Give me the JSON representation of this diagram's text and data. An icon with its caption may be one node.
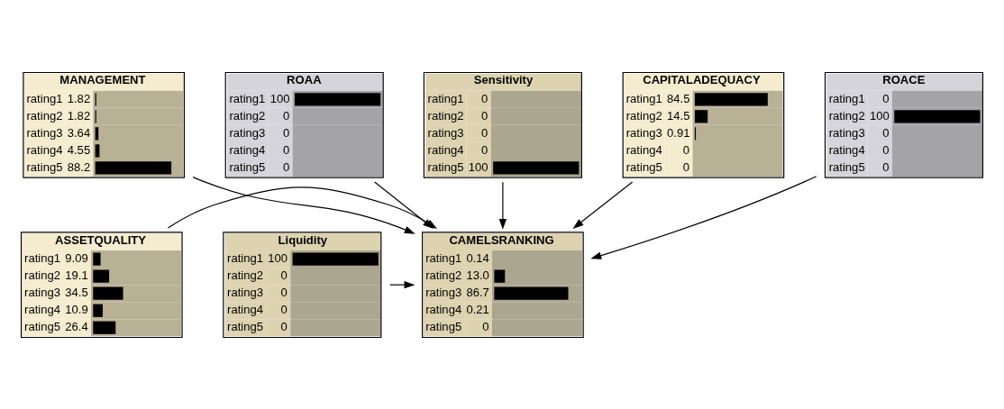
{
  "diagram": {
    "nodes": [
      {
        "text": [
          "MANAGEMENT",
          "rating1",
          "1.82",
          "rating2",
          "1.82",
          "rating3",
          "3.64",
          "rating4",
          "4.55",
          "rating5",
          "88.2"
        ]
      },
      {
        "text": [
          "ROAA",
          "rating1",
          "100",
          "rating2",
          "0",
          "rating3",
          "0",
          "rating4",
          "0",
          "rating5",
          "0"
        ]
      },
      {
        "text": [
          "Sensitivity",
          "rating1",
          "0",
          "rating2",
          "0",
          "rating3",
          "0",
          "rating4",
          "0",
          "rating5",
          "100"
        ]
      },
      {
        "text": [
          "CAPITALADEQUACY",
          "rating1",
          "84.5",
          "rating2",
          "14.5",
          "rating3",
          "0.91",
          "rating4",
          "0",
          "rating5",
          "0"
        ]
      },
      {
        "text": [
          "ROACE",
          "rating1",
          "0",
          "rating2",
          "100",
          "rating3",
          "0",
          "rating4",
          "0",
          "rating5",
          "0"
        ]
      },
      {
        "text": [
          "ASSETQUALITY",
          "rating1",
          "9.09",
          "rating2",
          "19.1",
          "rating3",
          "34.5",
          "rating4",
          "10.9",
          "rating5",
          "26.4"
        ]
      },
      {
        "text": [
          "CAMELSRANKING",
          "rating1",
          "0.14",
          "rating2",
          "13.0",
          "rating3",
          "86.7",
          "rating4",
          "0.21",
          "rating5",
          "0"
        ]
      },
      {
        "text": [
          "Liquidity",
          "rating1",
          "100",
          "rating2",
          "0",
          "rating3",
          "0",
          "rating4",
          "0",
          "rating5",
          "0"
        ]
      }
    ],
    "edges": [
      {
        "from": 0,
        "to": 6,
        "arrow": "to"
      },
      {
        "from": 1,
        "to": 6,
        "arrow": "to"
      },
      {
        "from": 2,
        "to": 6,
        "arrow": "to"
      },
      {
        "from": 3,
        "to": 6,
        "arrow": "to"
      },
      {
        "from": 4,
        "to": 6,
        "arrow": "to"
      },
      {
        "from": 5,
        "to": 6,
        "arrow": "to"
      },
      {
        "from": 7,
        "to": 6,
        "arrow": "to"
      }
    ]
  }
}
